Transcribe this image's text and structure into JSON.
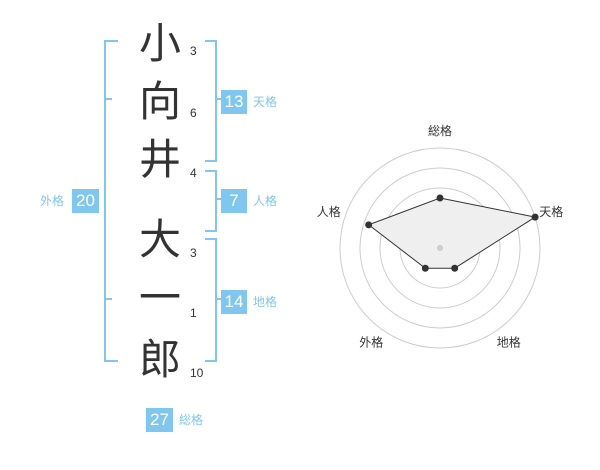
{
  "name": {
    "chars": [
      "小",
      "向",
      "井",
      "大",
      "一",
      "郎"
    ],
    "strokes": [
      "3",
      "6",
      "4",
      "3",
      "1",
      "10"
    ]
  },
  "fortune": {
    "tenkaku": {
      "value": "13",
      "label": "天格"
    },
    "jinkaku": {
      "value": "7",
      "label": "人格"
    },
    "chikaku": {
      "value": "14",
      "label": "地格"
    },
    "gaikaku": {
      "value": "20",
      "label": "外格"
    },
    "soukaku": {
      "value": "27",
      "label": "総格"
    }
  },
  "chart_data": {
    "type": "radar",
    "axes": [
      "総格",
      "天格",
      "地格",
      "外格",
      "人格"
    ],
    "values": [
      27,
      13,
      14,
      20,
      7
    ],
    "scores": [
      0.5,
      1.0,
      0.25,
      0.25,
      0.75
    ],
    "rings": 5,
    "colors": {
      "fill": "#efefef",
      "line": "#333333",
      "grid": "#cccccc",
      "accent": "#7fc7ee"
    }
  }
}
